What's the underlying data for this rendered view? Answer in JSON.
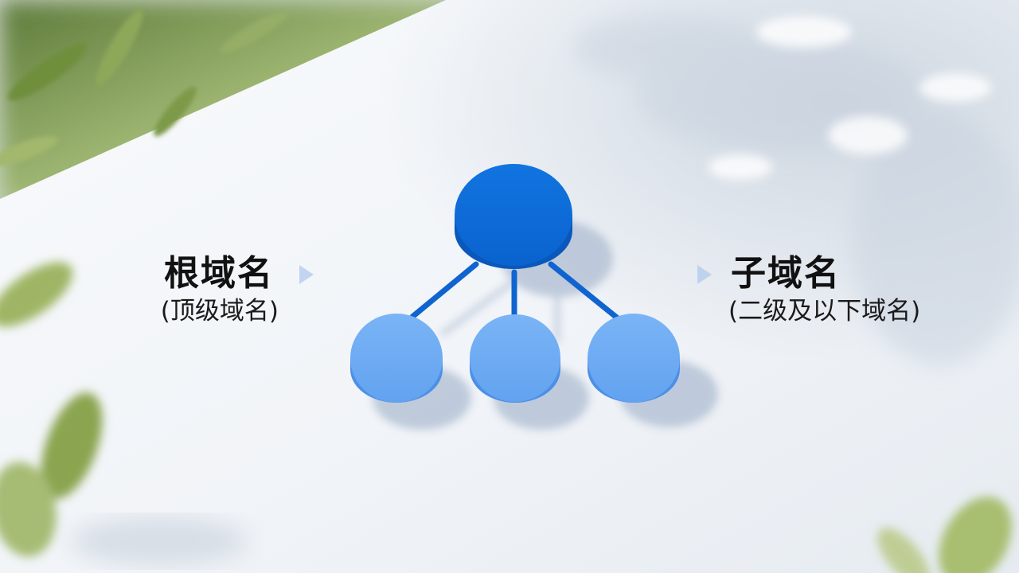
{
  "root_domain": {
    "title": "根域名",
    "subtitle": "(顶级域名)"
  },
  "sub_domain": {
    "title": "子域名",
    "subtitle": "(二级及以下域名)"
  },
  "diagram": {
    "parent_node_color": "#0f6ad6",
    "child_node_color": "#6aaaf3",
    "connector_color": "#1064cf"
  },
  "icons": [
    "right-arrow-icon",
    "tree-structure-icon"
  ]
}
